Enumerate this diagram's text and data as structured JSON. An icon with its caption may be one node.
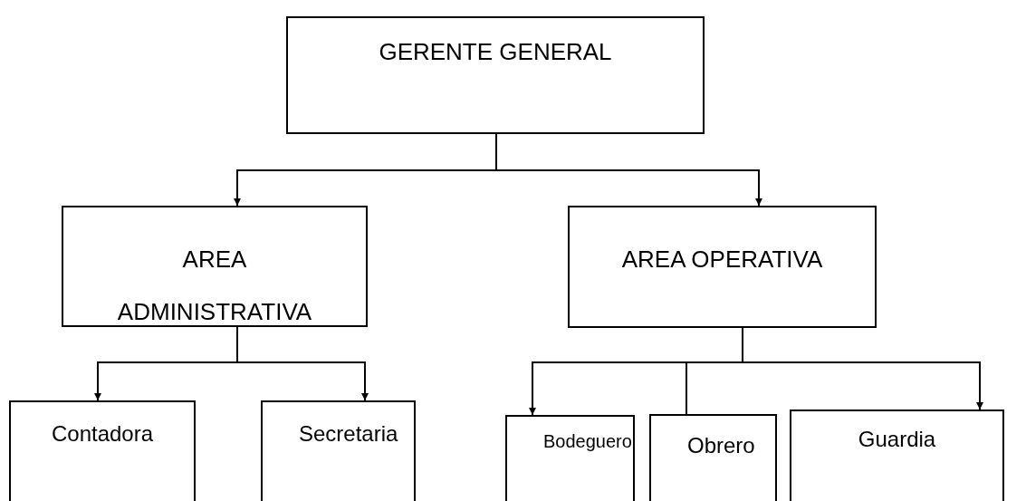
{
  "diagram": {
    "nodes": [
      {
        "text": [
          "GERENTE GENERAL"
        ]
      },
      {
        "text": [
          "AREA ADMINISTRATIVA"
        ]
      },
      {
        "text": [
          "AREA OPERATIVA"
        ]
      },
      {
        "text": [
          "Contadora"
        ]
      },
      {
        "text": [
          "Secretaria"
        ]
      },
      {
        "text": [
          "Bodeguero"
        ]
      },
      {
        "text": [
          "Obrero"
        ]
      },
      {
        "text": [
          "Guardia"
        ]
      }
    ],
    "edges": [
      {
        "from": 0,
        "to": 1,
        "arrow": "to"
      },
      {
        "from": 0,
        "to": 2,
        "arrow": "to"
      },
      {
        "from": 1,
        "to": 3,
        "arrow": "to"
      },
      {
        "from": 1,
        "to": 4,
        "arrow": "to"
      },
      {
        "from": 2,
        "to": 5,
        "arrow": "to"
      },
      {
        "from": 2,
        "to": 6,
        "arrow": "none"
      },
      {
        "from": 2,
        "to": 7,
        "arrow": "to"
      }
    ]
  }
}
